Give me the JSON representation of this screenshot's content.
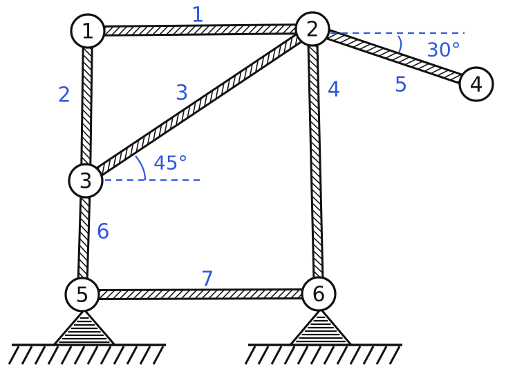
{
  "colors": {
    "ink": "#111111",
    "annotation": "#2f57e0",
    "background": "#ffffff"
  },
  "nodes": [
    {
      "id": "1",
      "label": "1"
    },
    {
      "id": "2",
      "label": "2"
    },
    {
      "id": "3",
      "label": "3"
    },
    {
      "id": "4",
      "label": "4"
    },
    {
      "id": "5",
      "label": "5"
    },
    {
      "id": "6",
      "label": "6"
    }
  ],
  "members": [
    {
      "label": "1",
      "from": "1",
      "to": "2"
    },
    {
      "label": "2",
      "from": "1",
      "to": "3"
    },
    {
      "label": "3",
      "from": "3",
      "to": "2"
    },
    {
      "label": "4",
      "from": "2",
      "to": "6"
    },
    {
      "label": "5",
      "from": "2",
      "to": "4"
    },
    {
      "label": "6",
      "from": "3",
      "to": "5"
    },
    {
      "label": "7",
      "from": "5",
      "to": "6"
    }
  ],
  "angles": [
    {
      "label": "45°",
      "node": "3"
    },
    {
      "label": "30°",
      "node": "2"
    }
  ],
  "supports": [
    {
      "node": "5",
      "type": "pin"
    },
    {
      "node": "6",
      "type": "pin"
    }
  ],
  "icons": {
    "support": "pin-support-icon",
    "ground": "ground-hatch-icon"
  }
}
